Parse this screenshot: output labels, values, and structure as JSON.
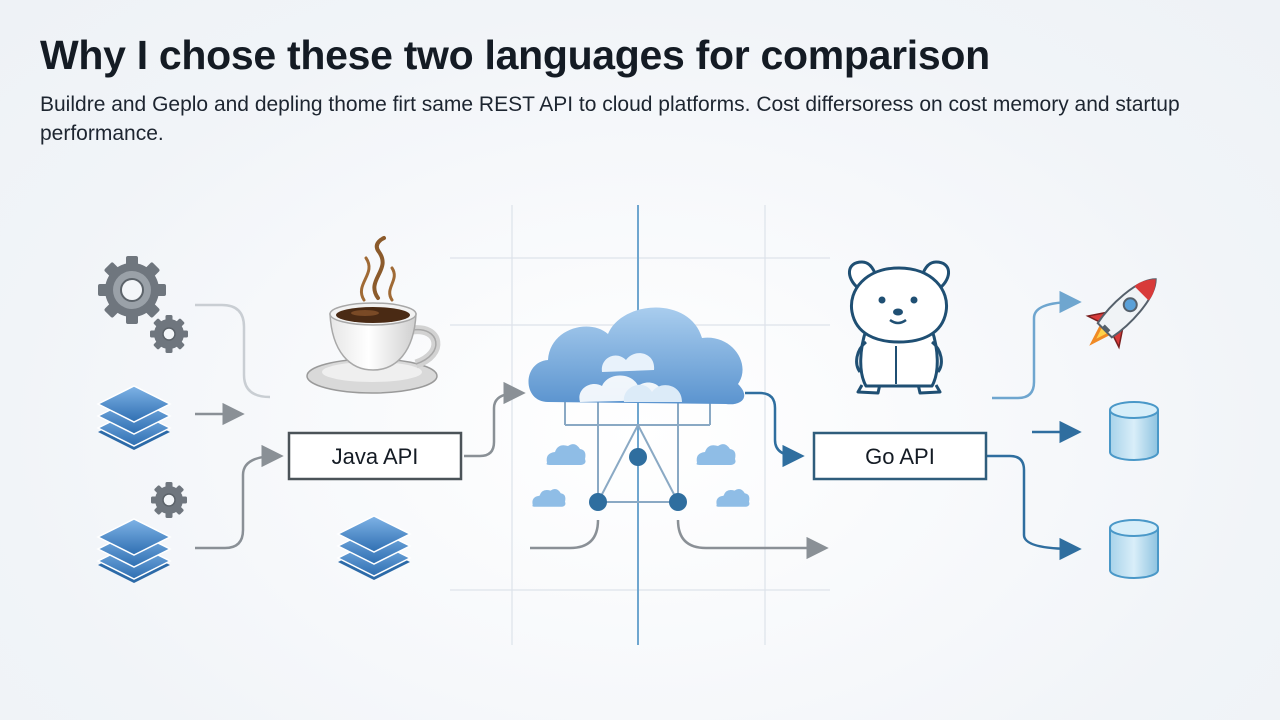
{
  "slide": {
    "title": "Why I chose these two languages for comparison",
    "subtitle": "Buildre and Geplo and depling thome firt same REST API to cloud platforms. Cost differsoress on cost memory and startup performance."
  },
  "diagram": {
    "java_label": "Java API",
    "go_label": "Go API",
    "icons": [
      "gear-icon",
      "layers-stack-icon",
      "coffee-cup-icon",
      "cloud-icon",
      "gopher-mascot-icon",
      "rocket-icon",
      "database-cylinder-icon"
    ],
    "colors": {
      "accent_blue": "#2f6e9f",
      "cloud_blue": "#6aa3d8",
      "arrow_gray": "#8a9096",
      "box_border": "#4b5358"
    }
  }
}
